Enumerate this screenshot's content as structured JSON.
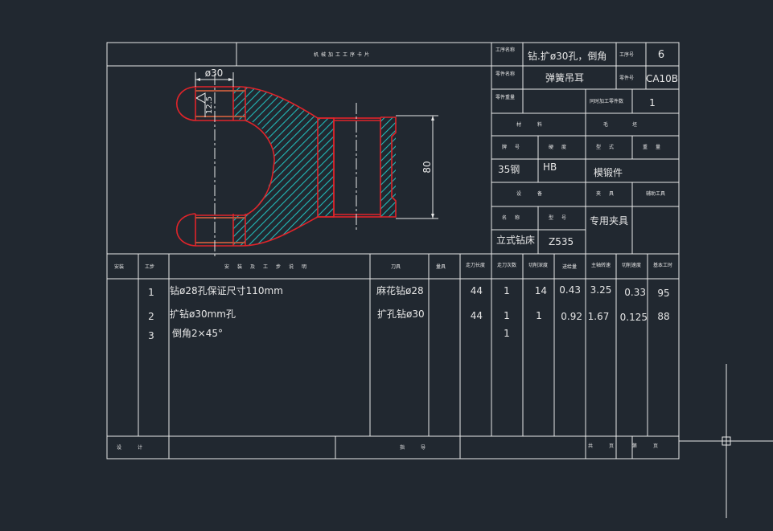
{
  "header": {
    "card_title": "机械加工工序卡片",
    "op_name_label": "工序名称",
    "op_name": "钻.扩ø30孔，倒角",
    "op_no_label": "工序号",
    "op_no": "6",
    "part_name_label": "零件名称",
    "part_name": "弹簧吊耳",
    "part_no_label": "零件号",
    "part_no": "CA10B",
    "part_weight_label": "零件重量",
    "part_weight": "",
    "simul_label": "同时加工零件数",
    "simul_count": "1"
  },
  "material": {
    "section_label": "材料",
    "blank_label": "毛坯",
    "grade_label": "牌号",
    "hardness_label": "硬度",
    "type_label": "型式",
    "weight_label": "重量",
    "grade": "35钢",
    "hardness": "HB",
    "blank_type": "模锻件",
    "weight": ""
  },
  "equipment": {
    "section_label": "设备",
    "fixture_label": "夹具",
    "aux_tool_label": "辅助工具",
    "name_label": "名称",
    "model_label": "型号",
    "name": "立式钻床",
    "model": "Z535",
    "fixture": "专用夹具"
  },
  "drawing": {
    "dim_diameter": "ø30",
    "dim_length": "80",
    "roughness": "12.5"
  },
  "table": {
    "headers": [
      "安装",
      "工步",
      "安装及工步说明",
      "刀具",
      "量具",
      "走刀长度",
      "走刀次数",
      "切削深度",
      "进给量",
      "主轴转速",
      "切削速度",
      "基本工时"
    ],
    "rows": [
      {
        "step": "1",
        "desc": "钻ø28孔保证尺寸110mm",
        "tool": "麻花钻ø28",
        "length": "44",
        "passes": "1",
        "depth": "14",
        "feed": "0.43",
        "speed": "3.25",
        "cut_speed": "0.33",
        "time": "95"
      },
      {
        "step": "2",
        "desc": "扩钻ø30mm孔",
        "tool": "扩孔钻ø30",
        "length": "44",
        "passes": "1",
        "depth": "1",
        "feed": "0.92",
        "speed": "1.67",
        "cut_speed": "0.125",
        "time": "88"
      },
      {
        "step": "3",
        "desc": "倒角2×45°",
        "tool": "",
        "length": "",
        "passes": "1",
        "depth": "",
        "feed": "",
        "speed": "",
        "cut_speed": "",
        "time": ""
      }
    ]
  },
  "footer": {
    "design_label": "设计",
    "guide_label": "指导",
    "total_pages_label": "共页",
    "page_label": "第页"
  },
  "colors": {
    "background": "#212830",
    "frame_line": "#e8e8e8",
    "part_outline": "#e0242a",
    "hatch": "#22b8b8"
  }
}
